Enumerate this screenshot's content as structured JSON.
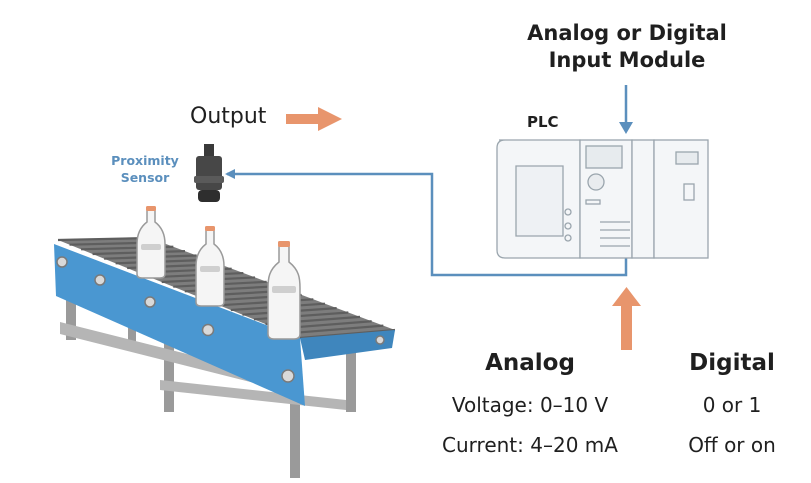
{
  "title": {
    "line1": "Analog or Digital",
    "line2": "Input Module"
  },
  "plc_label": "PLC",
  "output_label": "Output",
  "sensor_label": {
    "line1": "Proximity",
    "line2": "Sensor"
  },
  "analog": {
    "heading": "Analog",
    "voltage": "Voltage: 0–10 V",
    "current": "Current: 4–20 mA"
  },
  "digital": {
    "heading": "Digital",
    "values": "0 or 1",
    "states": "Off or on"
  },
  "colors": {
    "accent_orange": "#e8956c",
    "signal_blue": "#5b8fbd",
    "conveyor_blue": "#4a97d1",
    "label_blue": "#5b8fbd",
    "text": "#1f1f1f"
  },
  "icons": [
    "proximity-sensor-icon",
    "plc-icon",
    "conveyor-icon",
    "bottle-icon"
  ]
}
